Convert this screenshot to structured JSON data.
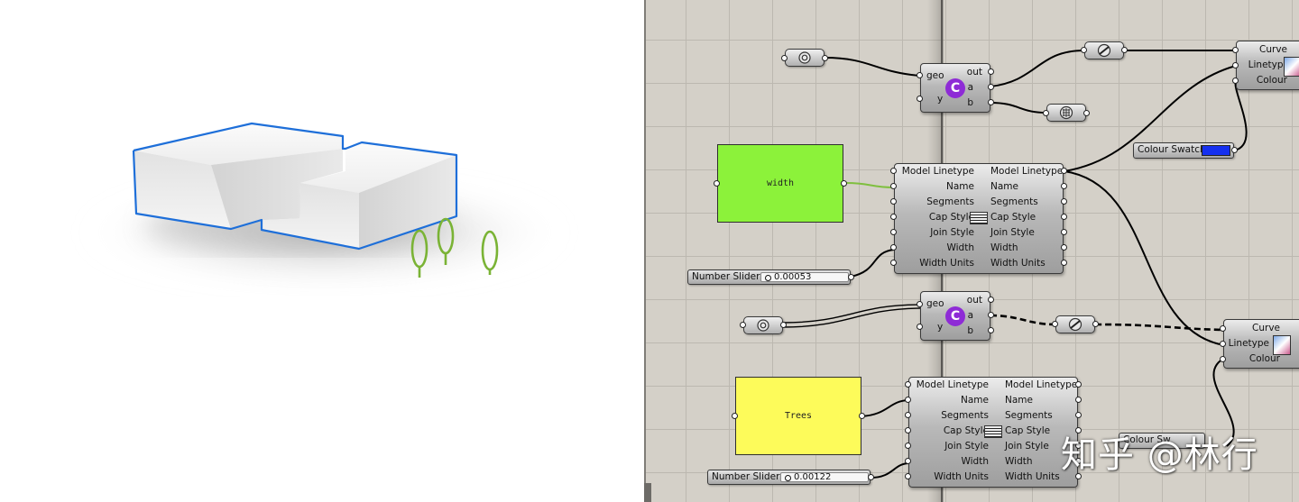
{
  "viewport": {
    "outline_color": "#1e6fd9",
    "tree_color": "#7ab335"
  },
  "canvas": {
    "background": "#d4d0c8",
    "components": {
      "c1": {
        "inputs": [
          "geo",
          "y"
        ],
        "outputs": [
          "out",
          "a",
          "b"
        ],
        "icon": "csharp-script-icon",
        "icon_color": "#8e2bd6",
        "icon_letter": "C"
      },
      "c2": {
        "inputs": [
          "geo",
          "y"
        ],
        "outputs": [
          "out",
          "a",
          "b"
        ],
        "icon": "csharp-script-icon",
        "icon_color": "#8e2bd6",
        "icon_letter": "C"
      },
      "linetype1": {
        "inputs": [
          "Model Linetype",
          "Name",
          "Segments",
          "Cap Style",
          "Join Style",
          "Width",
          "Width Units"
        ],
        "outputs": [
          "Model Linetype",
          "Name",
          "Segments",
          "Cap Style",
          "Join Style",
          "Width",
          "Width Units"
        ],
        "icon": "linetype-grid-icon"
      },
      "linetype2": {
        "inputs": [
          "Model Linetype",
          "Name",
          "Segments",
          "Cap Style",
          "Join Style",
          "Width",
          "Width Units"
        ],
        "outputs": [
          "Model Linetype",
          "Name",
          "Segments",
          "Cap Style",
          "Join Style",
          "Width",
          "Width Units"
        ],
        "icon": "linetype-grid-icon"
      },
      "display1": {
        "inputs": [
          "Curve",
          "Linetype",
          "Colour"
        ],
        "icon": "display-preview-icon"
      },
      "display2": {
        "inputs": [
          "Curve",
          "Linetype",
          "Colour"
        ],
        "icon": "display-preview-icon"
      }
    },
    "panels": {
      "width": {
        "text": "width",
        "color": "#8cf23a"
      },
      "trees": {
        "text": "Trees",
        "color": "#fdfb5a"
      }
    },
    "sliders": {
      "s1": {
        "label": "Number Slider",
        "value": "0.00053"
      },
      "s2": {
        "label": "Number Slider",
        "value": "0.00122"
      }
    },
    "swatch": {
      "label": "Colour Swatch",
      "color": "#1530f0"
    },
    "swatch2_partial": {
      "label": "Colour Sw"
    },
    "params": {
      "p_geo_in": {
        "icon": "geometry-param-icon"
      },
      "p_curve_out": {
        "icon": "curve-param-icon"
      },
      "p_b_out": {
        "icon": "mesh-param-icon"
      },
      "p_geo_in2": {
        "icon": "geometry-param-icon"
      },
      "p_curve_out2": {
        "icon": "curve-param-icon"
      }
    }
  },
  "watermark": "知乎 @林行"
}
